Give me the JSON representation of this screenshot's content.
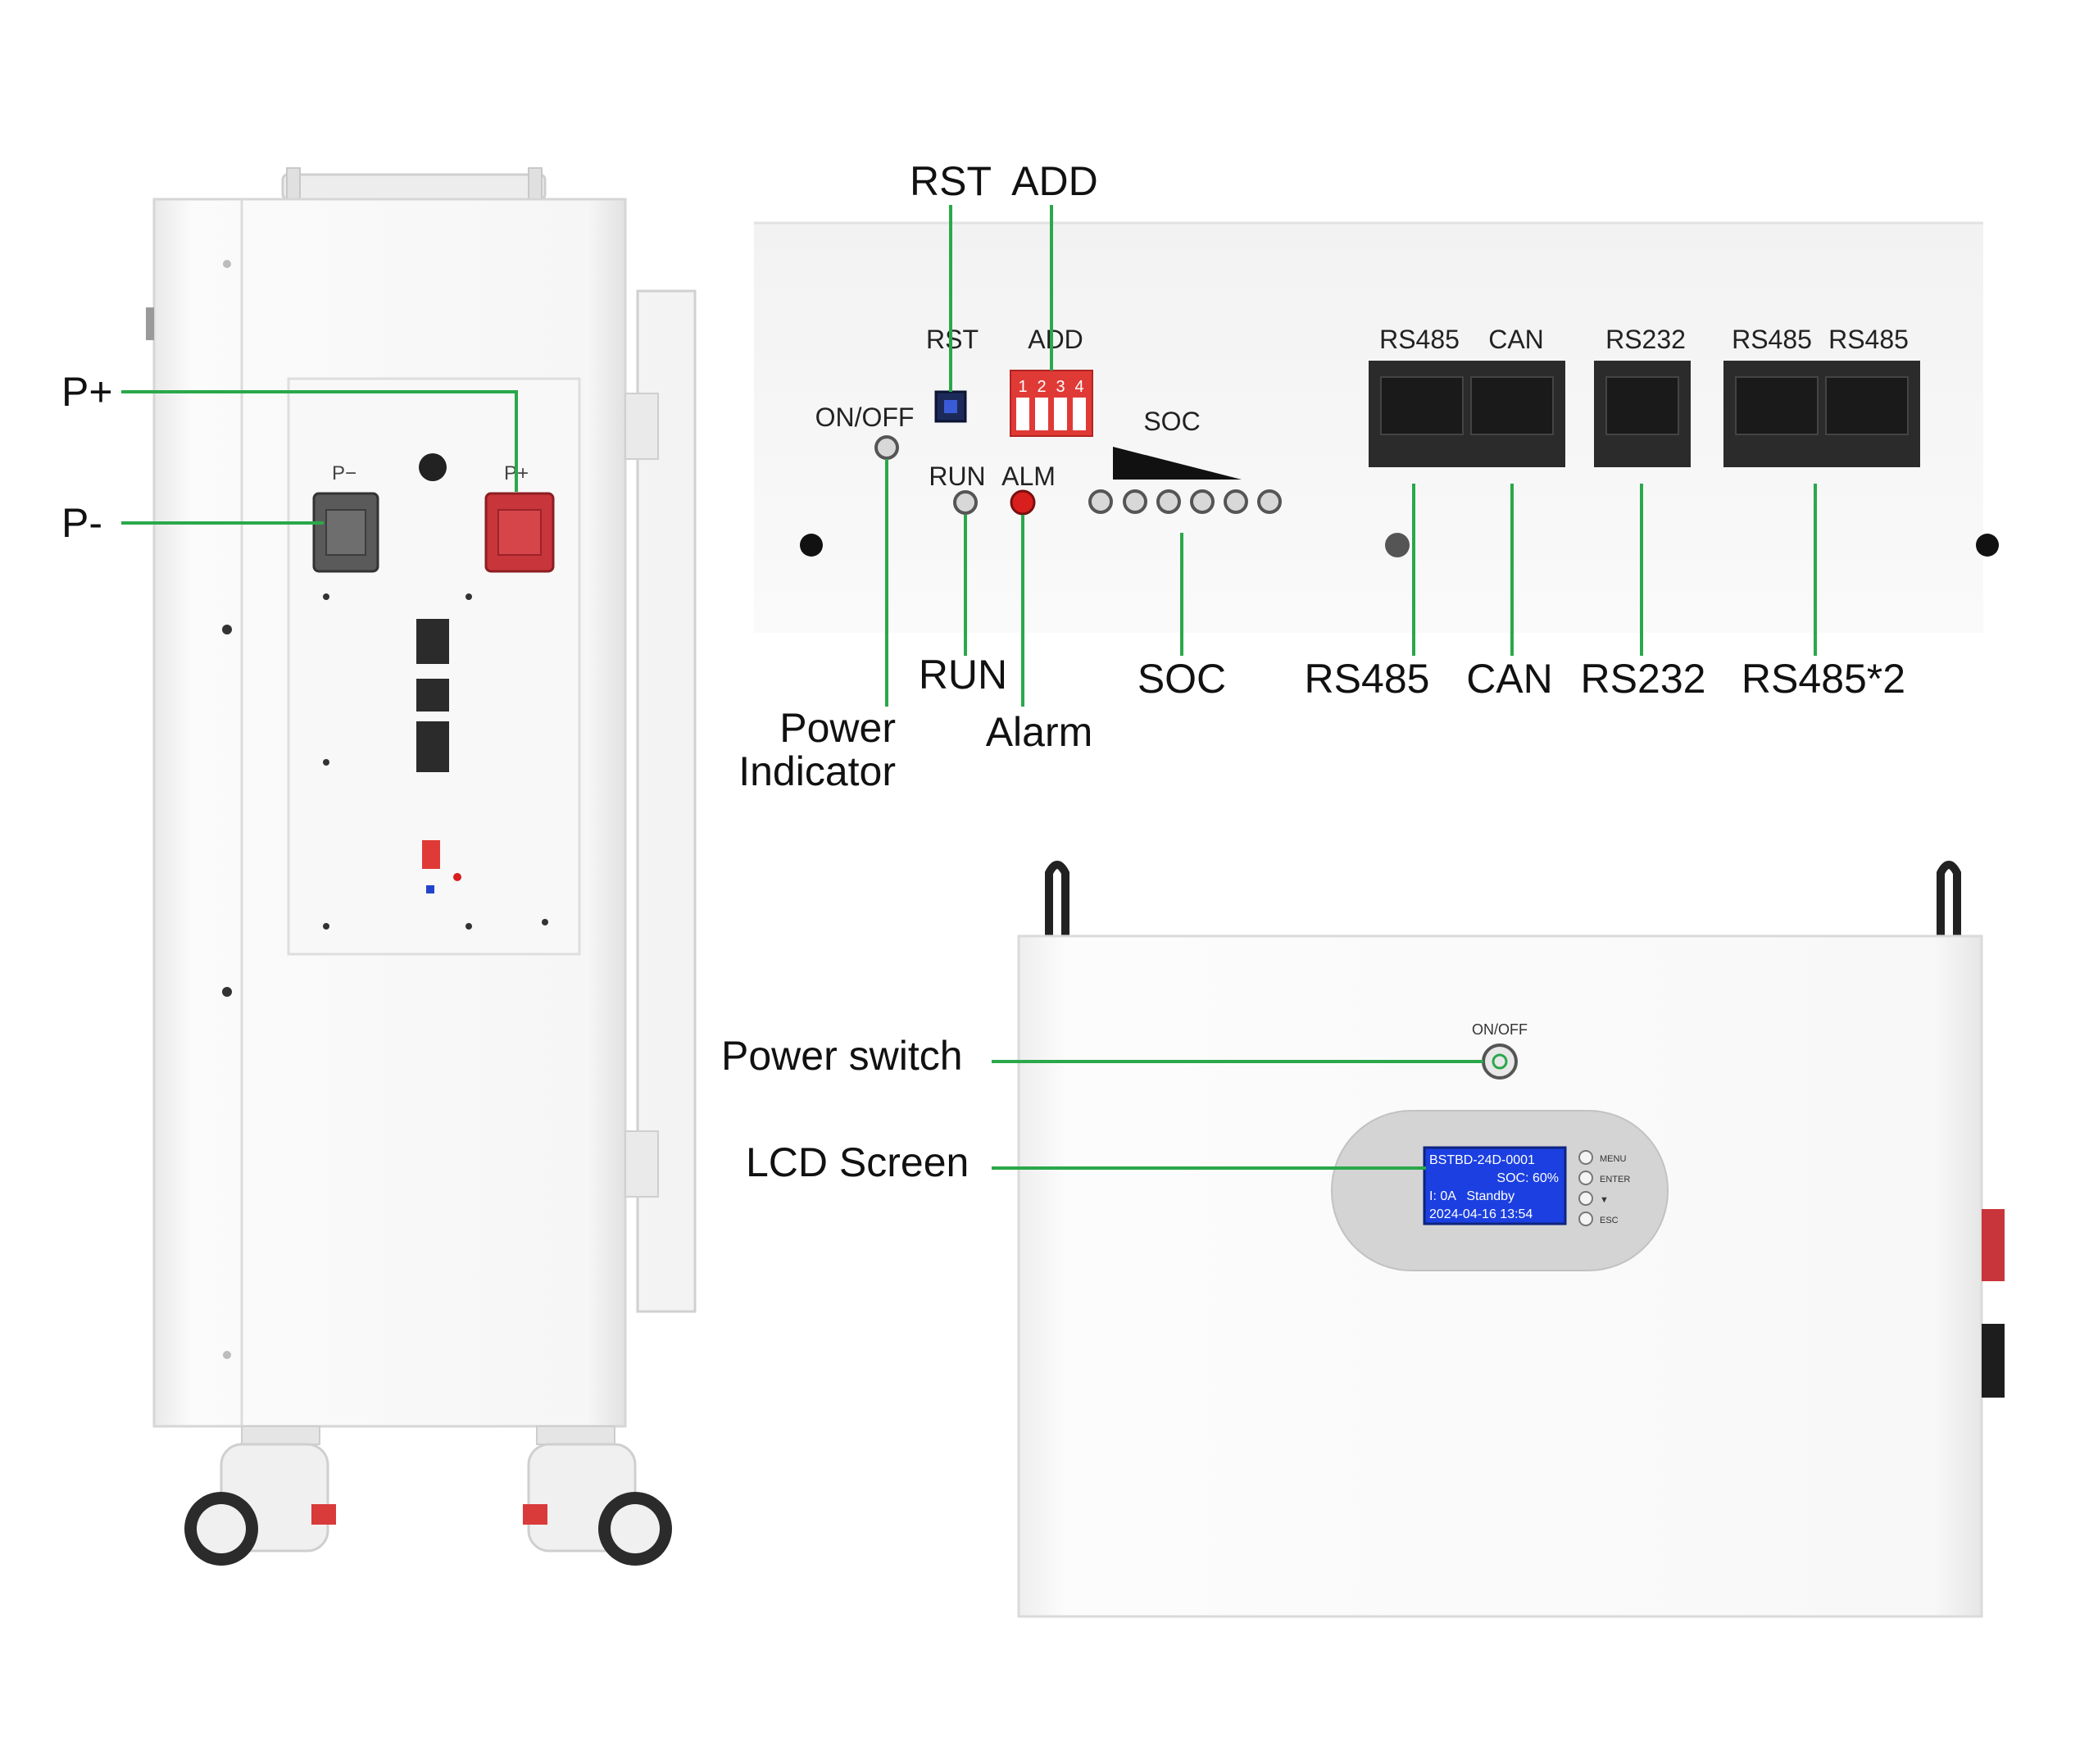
{
  "colors": {
    "leader": "#2aa84a",
    "case": "#f4f4f4",
    "case_edge": "#d2d2d2",
    "port": "#2b2b2b",
    "red_terminal": "#c8353a",
    "grey_terminal": "#5a5a5a",
    "lcd": "#1b3fe0",
    "dip": "#e03a36",
    "alarm_led": "#d91e1e"
  },
  "callouts": {
    "p_plus": "P+",
    "p_minus": "P-",
    "rst_add": "RST  ADD",
    "run": "RUN",
    "alarm": "Alarm",
    "power_indicator_l1": "Power",
    "power_indicator_l2": "Indicator",
    "soc": "SOC",
    "rs485": "RS485",
    "can": "CAN",
    "rs232": "RS232",
    "rs485x2": "RS485*2",
    "power_switch": "Power switch",
    "lcd_screen": "LCD Screen"
  },
  "panel": {
    "rst": "RST",
    "add": "ADD",
    "on_off": "ON/OFF",
    "run": "RUN",
    "alm": "ALM",
    "soc": "SOC",
    "rs485": "RS485",
    "can": "CAN",
    "rs232": "RS232",
    "rs485_a": "RS485",
    "rs485_b": "RS485",
    "dip_numbers": [
      "1",
      "2",
      "3",
      "4"
    ]
  },
  "side_unit": {
    "p_minus": "P−",
    "p_plus": "P+"
  },
  "front_unit": {
    "on_off": "ON/OFF",
    "lcd_lines": [
      "BSTBD-24D-0001",
      "SOC: 60%",
      "I: 0A   Standby",
      "2024-04-16 13:54"
    ],
    "buttons": [
      "MENU",
      "ENTER",
      "▼",
      "ESC"
    ]
  }
}
